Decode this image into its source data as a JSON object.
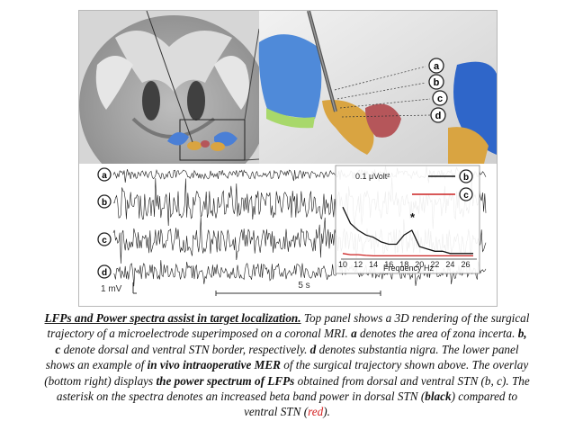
{
  "figure": {
    "zoom_labels": [
      "a",
      "b",
      "c",
      "d"
    ],
    "trace_labels": [
      "a",
      "b",
      "c",
      "d"
    ],
    "scale_voltage": "1 mV",
    "scale_time": "5 s",
    "overlay": {
      "unit": "0.1 μVolt²",
      "legend": [
        "b",
        "c"
      ],
      "asterisk": "*",
      "x_ticks": [
        "10",
        "12",
        "14",
        "16",
        "18",
        "20",
        "22",
        "24",
        "26"
      ],
      "x_label": "Frequency Hz"
    },
    "colors": {
      "black_spectrum": "#111111",
      "red_spectrum": "#cc2222",
      "stn": "#d9a441",
      "sn": "#b5565a",
      "thalamus": "#4a7fd6",
      "zi": "#a8d86b"
    }
  },
  "chart_data": {
    "type": "line",
    "x": [
      10,
      11,
      12,
      13,
      14,
      15,
      16,
      17,
      18,
      19,
      20,
      21,
      22,
      23,
      24,
      25,
      26,
      27
    ],
    "series": [
      {
        "values": [
          0.22,
          0.15,
          0.12,
          0.1,
          0.09,
          0.07,
          0.06,
          0.06,
          0.1,
          0.12,
          0.05,
          0.04,
          0.03,
          0.03,
          0.02,
          0.02,
          0.02,
          0.02
        ]
      },
      {
        "values": [
          0.02,
          0.015,
          0.015,
          0.012,
          0.01,
          0.01,
          0.01,
          0.01,
          0.01,
          0.01,
          0.01,
          0.01,
          0.01,
          0.01,
          0.01,
          0.01,
          0.01,
          0.01
        ]
      }
    ],
    "xlabel": "Frequency Hz",
    "ylabel": "0.1 μVolt²"
  },
  "caption": {
    "title": "LFPs and Power spectra assist in target localization.",
    "s1": " Top panel shows a 3D rendering of the surgical trajectory of a microelectrode superimposed on a coronal MRI. ",
    "b_a": "a",
    "s2": " denotes the area of zona incerta. ",
    "b_bc": "b, c",
    "s3": " denote dorsal and ventral STN border, respectively. ",
    "b_d": "d",
    "s4": " denotes substantia nigra. The lower panel shows an example of ",
    "b_mer": "in vivo intraoperative MER",
    "s5": " of the surgical trajectory shown above. The overlay (bottom right) displays ",
    "b_ps": "the power spectrum of LFPs",
    "s6": " obtained from dorsal and ventral STN (b, c). The asterisk on the spectra denotes an increased beta band power in dorsal STN (",
    "b_black": "black",
    "s7": ") compared to ventral STN (",
    "red": "red",
    "s8": ")."
  }
}
